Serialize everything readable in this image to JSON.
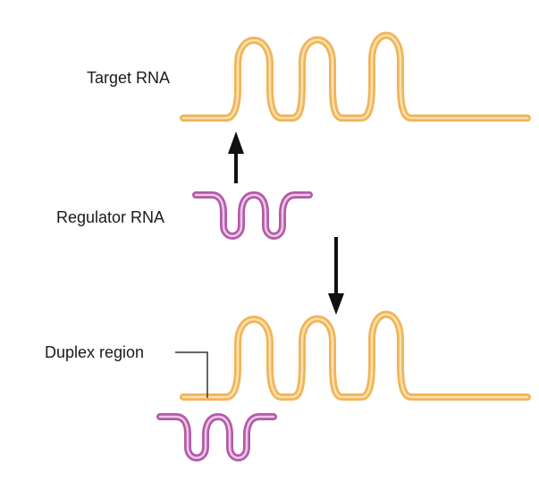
{
  "labels": {
    "target_rna": "Target RNA",
    "regulator_rna": "Regulator RNA",
    "duplex_region": "Duplex region"
  },
  "colors": {
    "target_strand": "#f0b45a",
    "target_core": "#fbe0a8",
    "regulator_strand": "#b35aa8",
    "regulator_core": "#ecc6e6",
    "arrow": "#111111",
    "leader": "#333333"
  }
}
